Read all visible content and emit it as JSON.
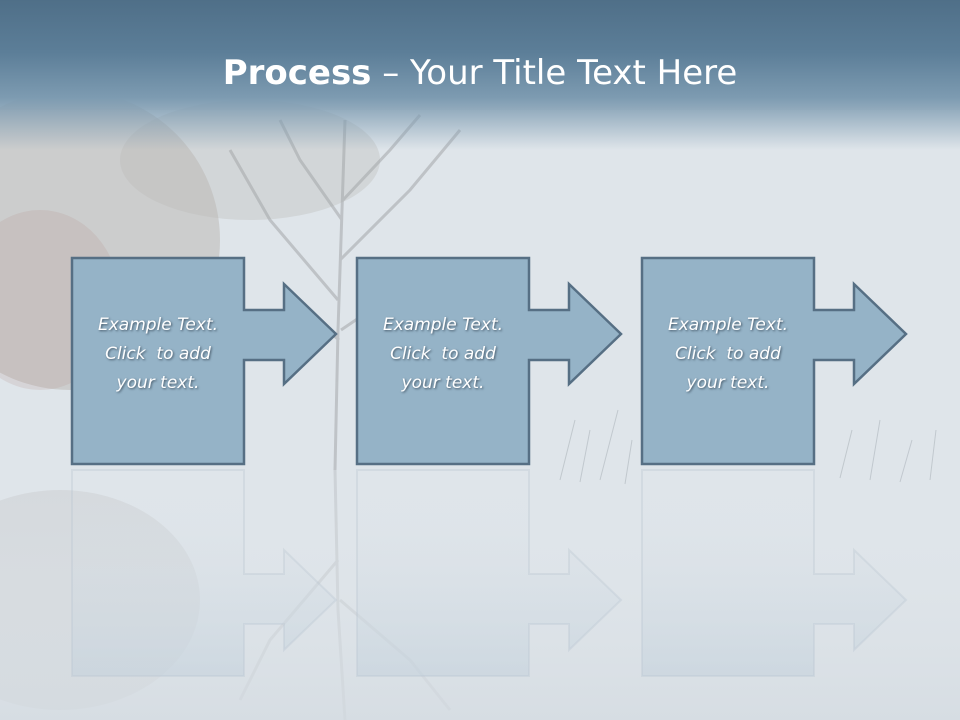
{
  "slide": {
    "title_bold": "Process",
    "title_rest": " – Your Title Text Here"
  },
  "process_steps": [
    {
      "lines": [
        "Example Text.",
        "Click  to add",
        "your text."
      ]
    },
    {
      "lines": [
        "Example Text.",
        "Click  to add",
        "your text."
      ]
    },
    {
      "lines": [
        "Example Text.",
        "Click  to add",
        "your text."
      ]
    }
  ],
  "colors": {
    "title_bar": "#5c7e98",
    "step_fill": "#95b3c7",
    "step_stroke": "#566f84",
    "text": "#ffffff"
  }
}
